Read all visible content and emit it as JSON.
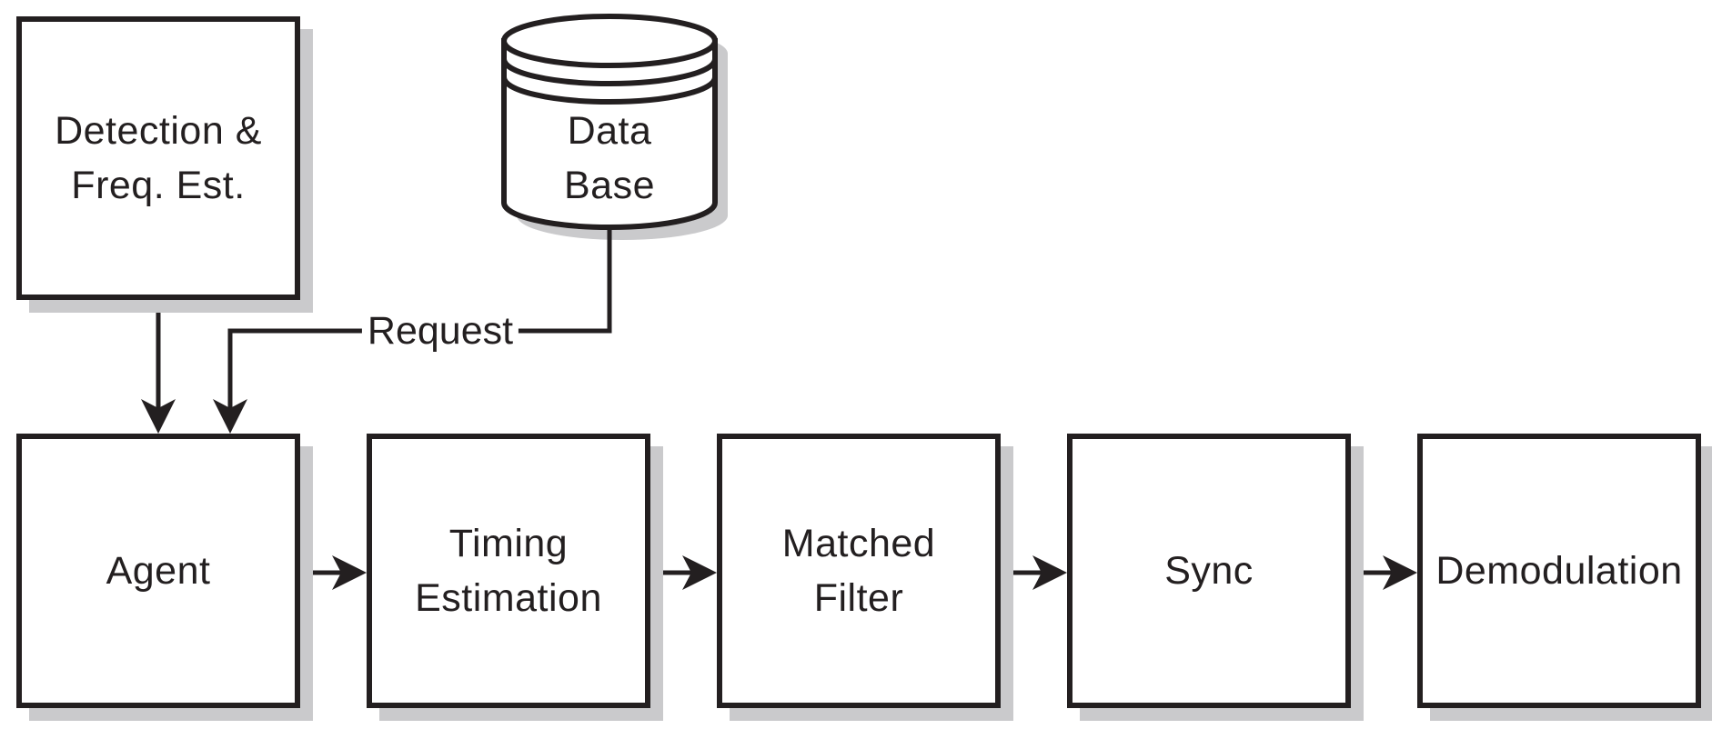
{
  "diagram": {
    "colors": {
      "background": "#ffffff",
      "stroke": "#231f20",
      "text": "#231f20",
      "shadow": "#cacacc"
    },
    "nodes": {
      "detection": {
        "lines": [
          "Detection &",
          "Freq. Est."
        ]
      },
      "database": {
        "icon": "database-cylinder-icon",
        "lines": [
          "Data",
          "Base"
        ]
      },
      "agent": {
        "lines": [
          "Agent"
        ]
      },
      "timing_estimation": {
        "lines": [
          "Timing",
          "Estimation"
        ]
      },
      "matched_filter": {
        "lines": [
          "Matched",
          "Filter"
        ]
      },
      "sync": {
        "lines": [
          "Sync"
        ]
      },
      "demodulation": {
        "lines": [
          "Demodulation"
        ]
      }
    },
    "edge_labels": {
      "request": "Request"
    }
  }
}
